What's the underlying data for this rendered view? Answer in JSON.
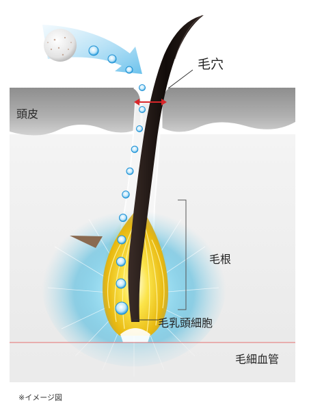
{
  "labels": {
    "pore": "毛穴",
    "scalp": "頭皮",
    "hair_root": "毛根",
    "dermal_papilla": "毛乳頭細胞",
    "capillary": "毛細血管"
  },
  "note": "※イメージ図",
  "colors": {
    "scalp": "#9a9a9a",
    "dermis": "#efefef",
    "hair": "#1b1412",
    "glow_yellow": "#f6d21c",
    "glow_cyan": "#4fc3e6",
    "capillary_line": "#e88a8a",
    "arrow_blue": "#8fd0f0",
    "pore_arrow": "#d8262a"
  }
}
